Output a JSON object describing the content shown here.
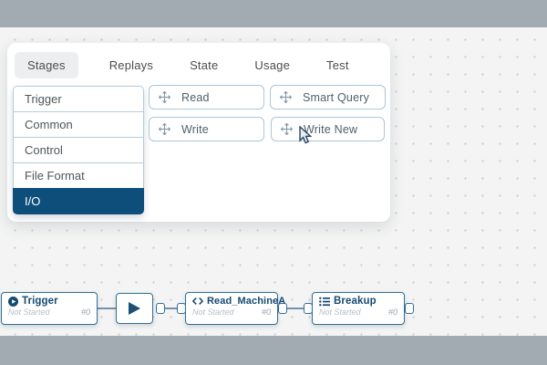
{
  "panel": {
    "tabs": [
      {
        "label": "Stages",
        "active": true
      },
      {
        "label": "Replays",
        "active": false
      },
      {
        "label": "State",
        "active": false
      },
      {
        "label": "Usage",
        "active": false
      },
      {
        "label": "Test",
        "active": false
      }
    ],
    "categories": [
      {
        "label": "Trigger",
        "selected": false
      },
      {
        "label": "Common",
        "selected": false
      },
      {
        "label": "Control",
        "selected": false
      },
      {
        "label": "File Format",
        "selected": false
      },
      {
        "label": "I/O",
        "selected": true
      }
    ],
    "stage_items": [
      {
        "label": "Read",
        "icon": "move-icon"
      },
      {
        "label": "Smart Query",
        "icon": "move-icon"
      },
      {
        "label": "Write",
        "icon": "move-icon"
      },
      {
        "label": "Write New",
        "icon": "move-icon"
      }
    ]
  },
  "workflow": {
    "nodes": [
      {
        "icon": "play-circle-icon",
        "title": "Trigger",
        "status": "Not Started",
        "count": "#0"
      },
      {
        "icon": "play-icon",
        "title": "",
        "status": "",
        "count": ""
      },
      {
        "icon": "code-icon",
        "title": "Read_MachineA",
        "status": "Not Started",
        "count": "#0"
      },
      {
        "icon": "list-icon",
        "title": "Breakup",
        "status": "Not Started",
        "count": "#0"
      }
    ]
  },
  "colors": {
    "selected_category_bg": "#0d4f7a",
    "node_border": "#2e6f99",
    "node_title": "#16496f",
    "edge": "#7793a9",
    "frame_bar": "#a2aab2",
    "canvas_bg": "#f3f4f3",
    "chip_border": "#aac6d8"
  }
}
